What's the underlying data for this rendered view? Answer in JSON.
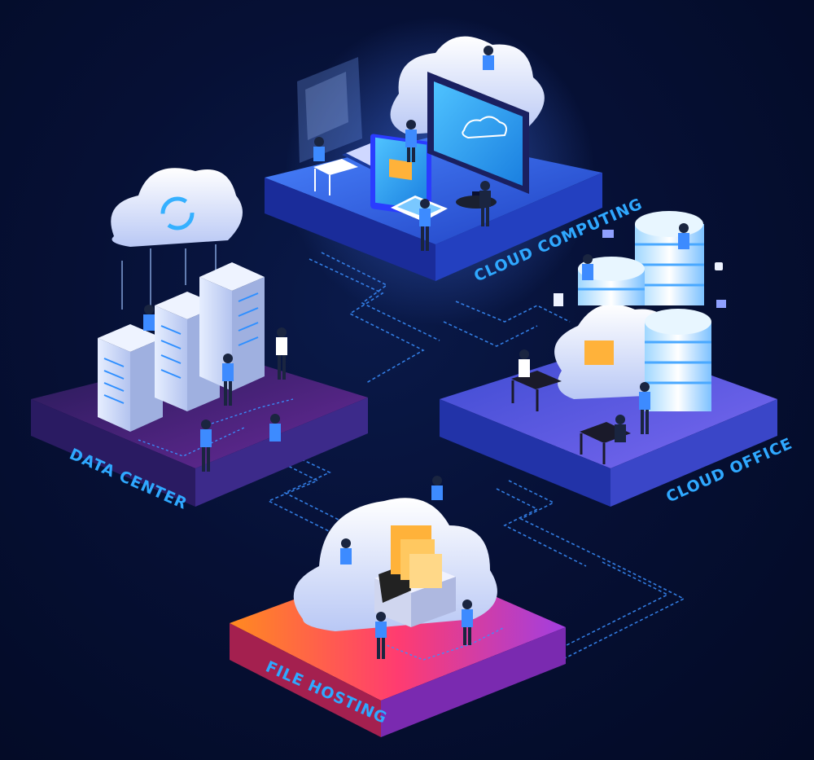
{
  "labels": {
    "cloud_computing": "CLOUD COMPUTING",
    "data_center": "DATA CENTER",
    "cloud_office": "CLOUD OFFICE",
    "file_hosting": "FILE HOSTING"
  },
  "colors": {
    "background": "#061035",
    "label_text": "#2fa8ff",
    "circuit_line": "#3a8fff",
    "cloud_computing_top": "#2e5fe0",
    "data_center_top": "#5a2a8a",
    "cloud_office_top": "#5a5ae6",
    "file_hosting_top_start": "#ff7a2a",
    "file_hosting_top_end": "#b03cd8"
  }
}
